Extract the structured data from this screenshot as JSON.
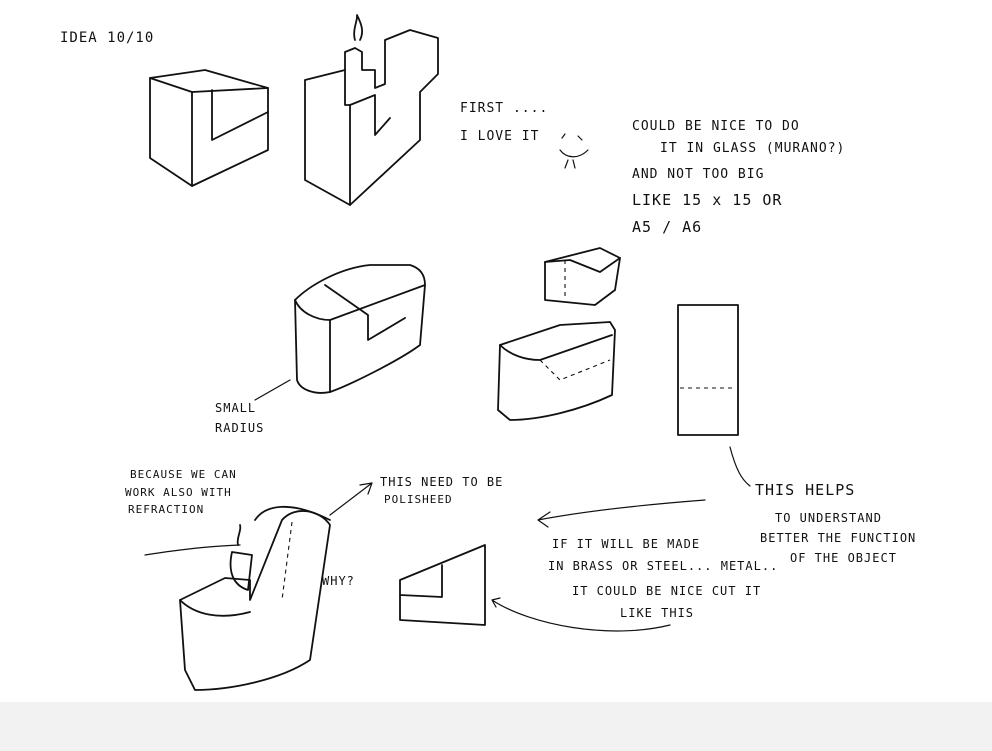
{
  "notes": {
    "idea": "IDEA 10/10",
    "first": "FIRST ....",
    "love": "I LOVE IT",
    "could1": "COULD BE NICE TO DO",
    "could2": "IT IN GLASS (MURANO?)",
    "could3": "AND NOT TOO BIG",
    "could4": "LIKE 15 x 15 OR",
    "could5": "A5 / A6",
    "small": "SMALL",
    "radius": "RADIUS",
    "because1": "BECAUSE WE CAN",
    "because2": "WORK ALSO WITH",
    "because3": "REFRACTION",
    "polish1": "THIS NEED TO BE",
    "polish2": "POLISHEED",
    "why": "WHY?",
    "helps1": "THIS HELPS",
    "helps2": "TO UNDERSTAND",
    "helps3": "BETTER THE FUNCTION",
    "helps4": "OF THE OBJECT",
    "metal1": "IF IT WILL BE MADE",
    "metal2": "IN BRASS OR STEEL... METAL..",
    "metal3": "IT COULD BE NICE CUT IT",
    "metal4": "LIKE THIS"
  }
}
